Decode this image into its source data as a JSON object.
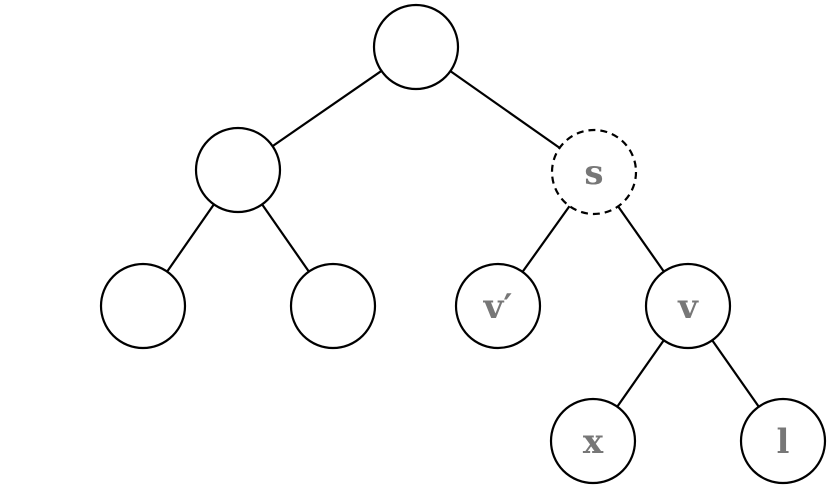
{
  "diagram": {
    "type": "binary-tree",
    "label_color": "#777777",
    "line_color": "#000000",
    "nodes": [
      {
        "id": "root",
        "label": "",
        "style": "solid"
      },
      {
        "id": "left",
        "label": "",
        "style": "solid"
      },
      {
        "id": "s",
        "label": "s",
        "style": "dashed"
      },
      {
        "id": "left-left",
        "label": "",
        "style": "solid"
      },
      {
        "id": "left-right",
        "label": "",
        "style": "solid"
      },
      {
        "id": "v-prime",
        "label": "v′",
        "style": "solid"
      },
      {
        "id": "v",
        "label": "v",
        "style": "solid"
      },
      {
        "id": "x",
        "label": "x",
        "style": "solid"
      },
      {
        "id": "l",
        "label": "l",
        "style": "solid"
      }
    ],
    "edges": [
      [
        "root",
        "left"
      ],
      [
        "root",
        "s"
      ],
      [
        "left",
        "left-left"
      ],
      [
        "left",
        "left-right"
      ],
      [
        "s",
        "v-prime"
      ],
      [
        "s",
        "v"
      ],
      [
        "v",
        "x"
      ],
      [
        "v",
        "l"
      ]
    ]
  }
}
